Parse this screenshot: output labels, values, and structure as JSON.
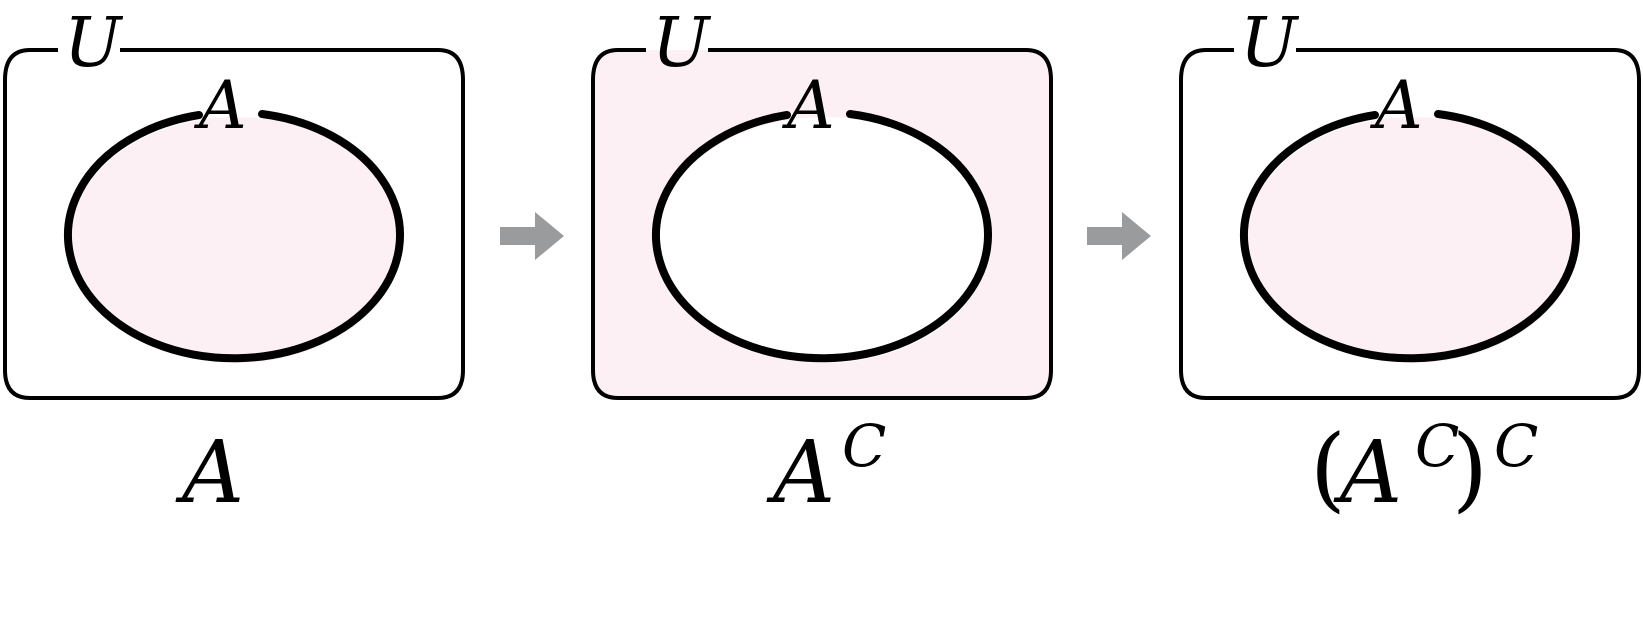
{
  "colors": {
    "stroke": "#000000",
    "shade": "#fdf0f4",
    "arrow": "#9a9b9d",
    "background": "#ffffff"
  },
  "universe_label": "U",
  "set_label": "A",
  "panels": [
    {
      "caption_base": "A",
      "caption_sup": "",
      "caption_outer_sup": "",
      "shaded_region": "inside-set"
    },
    {
      "caption_base": "A",
      "caption_sup": "C",
      "caption_outer_sup": "",
      "shaded_region": "outside-set"
    },
    {
      "caption_base": "A",
      "caption_sup": "C",
      "caption_outer_sup": "C",
      "open_paren": "(",
      "close_paren": ")",
      "shaded_region": "inside-set"
    }
  ],
  "arrows": [
    {
      "icon": "right-arrow-icon"
    },
    {
      "icon": "right-arrow-icon"
    }
  ]
}
